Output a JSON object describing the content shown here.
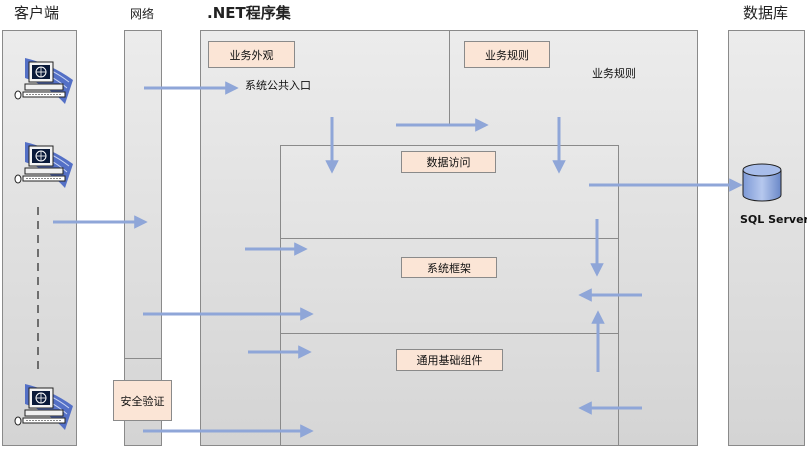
{
  "headers": {
    "client": "客户端",
    "network": "网络",
    "dotnet": ".NET程序集",
    "database": "数据库"
  },
  "components": {
    "business_facade": "业务外观",
    "business_rules_box": "业务规则",
    "business_rules_text": "业务规则",
    "public_entry": "系统公共入口",
    "data_access": "数据访问",
    "system_framework": "系统框架",
    "common_components": "通用基础组件",
    "security_validation": "安全验证"
  },
  "database": {
    "name": "SQL Server"
  },
  "colors": {
    "arrow": "#8fa6d8",
    "tag_fill": "#fbe5d6",
    "band_fill": "#dcdcdc",
    "pc_fan": "#5470c6"
  },
  "icons": [
    "computer-icon",
    "database-cylinder-icon"
  ]
}
